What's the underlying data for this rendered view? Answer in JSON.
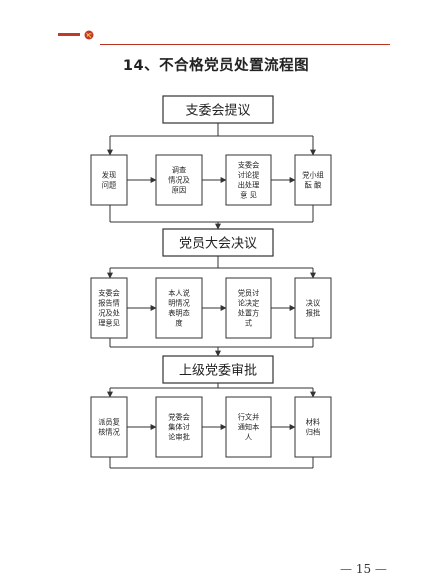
{
  "page": {
    "title": "14、不合格党员处置流程图",
    "page_number": "15"
  },
  "colors": {
    "accent": "#c0392b",
    "line": "#333333"
  },
  "flow": {
    "stages": [
      {
        "name": "支委会提议",
        "steps": [
          [
            "发现",
            "问题"
          ],
          [
            "调查",
            "情况及",
            "原因"
          ],
          [
            "支委会",
            "讨论提",
            "出处理",
            "意 见"
          ],
          [
            "党小组",
            "酝  酿"
          ]
        ]
      },
      {
        "name": "党员大会决议",
        "steps": [
          [
            "支委会",
            "报告情",
            "况及处",
            "理意见"
          ],
          [
            "本人说",
            "明情况",
            "表明态",
            "度"
          ],
          [
            "党员讨",
            "论决定",
            "处置方",
            "式"
          ],
          [
            "决议",
            "报批"
          ]
        ]
      },
      {
        "name": "上级党委审批",
        "steps": [
          [
            "派员复",
            "核情况"
          ],
          [
            "党委会",
            "集体讨",
            "论审批"
          ],
          [
            "行文并",
            "通知本",
            "人"
          ],
          [
            "材料",
            "归档"
          ]
        ]
      }
    ]
  }
}
